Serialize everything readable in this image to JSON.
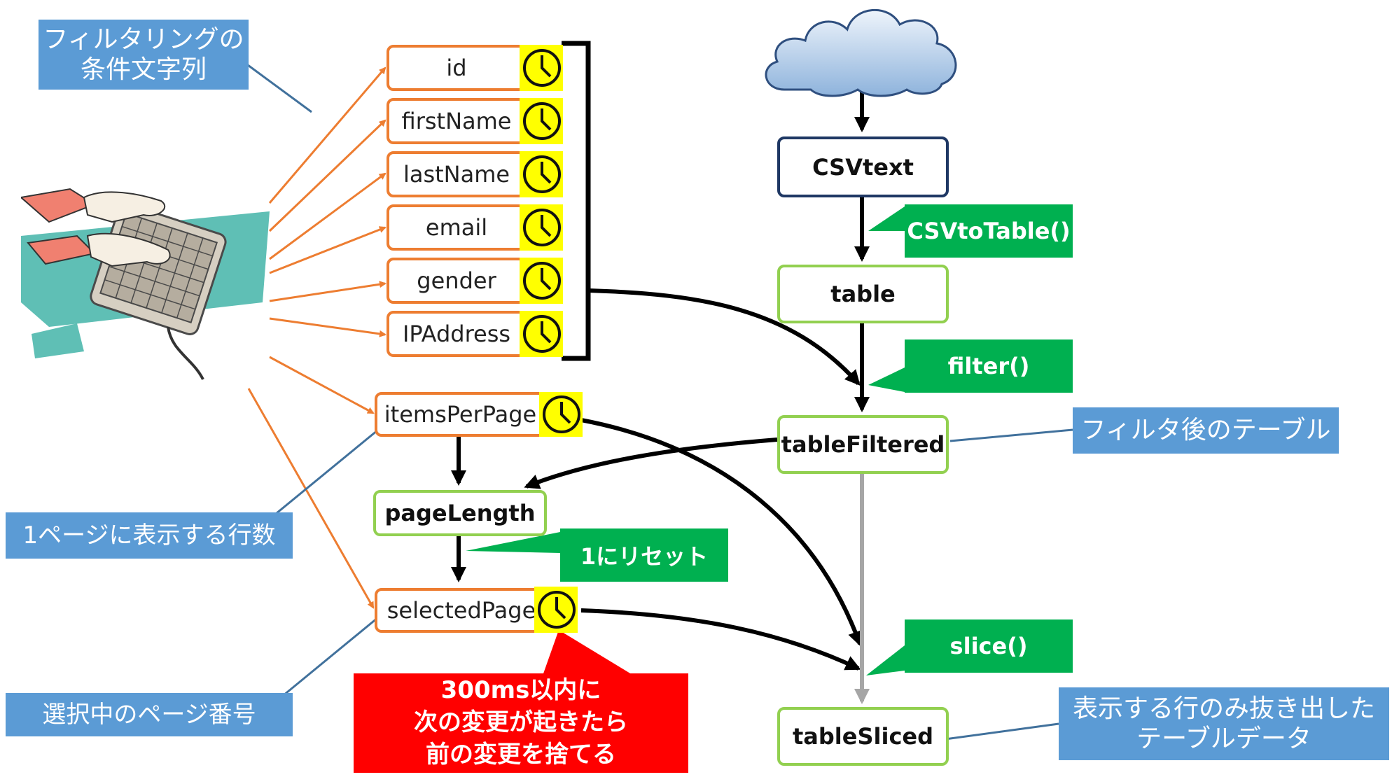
{
  "notes": {
    "filter_conditions": "フィルタリングの\n条件文字列",
    "rows_per_page": "1ページに表示する行数",
    "selected_page": "選択中のページ番号",
    "filtered_table": "フィルタ後のテーブル",
    "sliced_table": "表示する行のみ抜き出した\nテーブルデータ"
  },
  "fields": [
    "id",
    "firstName",
    "lastName",
    "email",
    "gender",
    "IPAddress"
  ],
  "inputs": {
    "items_per_page": "itemsPerPage",
    "selected_page": "selectedPage"
  },
  "nodes": {
    "csvtext": "CSVtext",
    "table": "table",
    "table_filtered": "tableFiltered",
    "page_length": "pageLength",
    "table_sliced": "tableSliced"
  },
  "functions": {
    "csv_to_table": "CSVtoTable()",
    "filter": "filter()",
    "reset": "1にリセット",
    "slice": "slice()"
  },
  "debounce_note": [
    "300ms以内に",
    "次の変更が起きたら",
    "前の変更を捨てる"
  ],
  "icons": {
    "timer": "clock-icon",
    "cloud": "cloud-icon",
    "keyboard": "keyboard-typing-icon"
  },
  "colors": {
    "orange": "#ed7d31",
    "green": "#00b050",
    "light_green": "#92d050",
    "blue_note": "#5b9bd5",
    "red": "#ff0000",
    "navy": "#1f3864",
    "clock": "#ffff00"
  }
}
